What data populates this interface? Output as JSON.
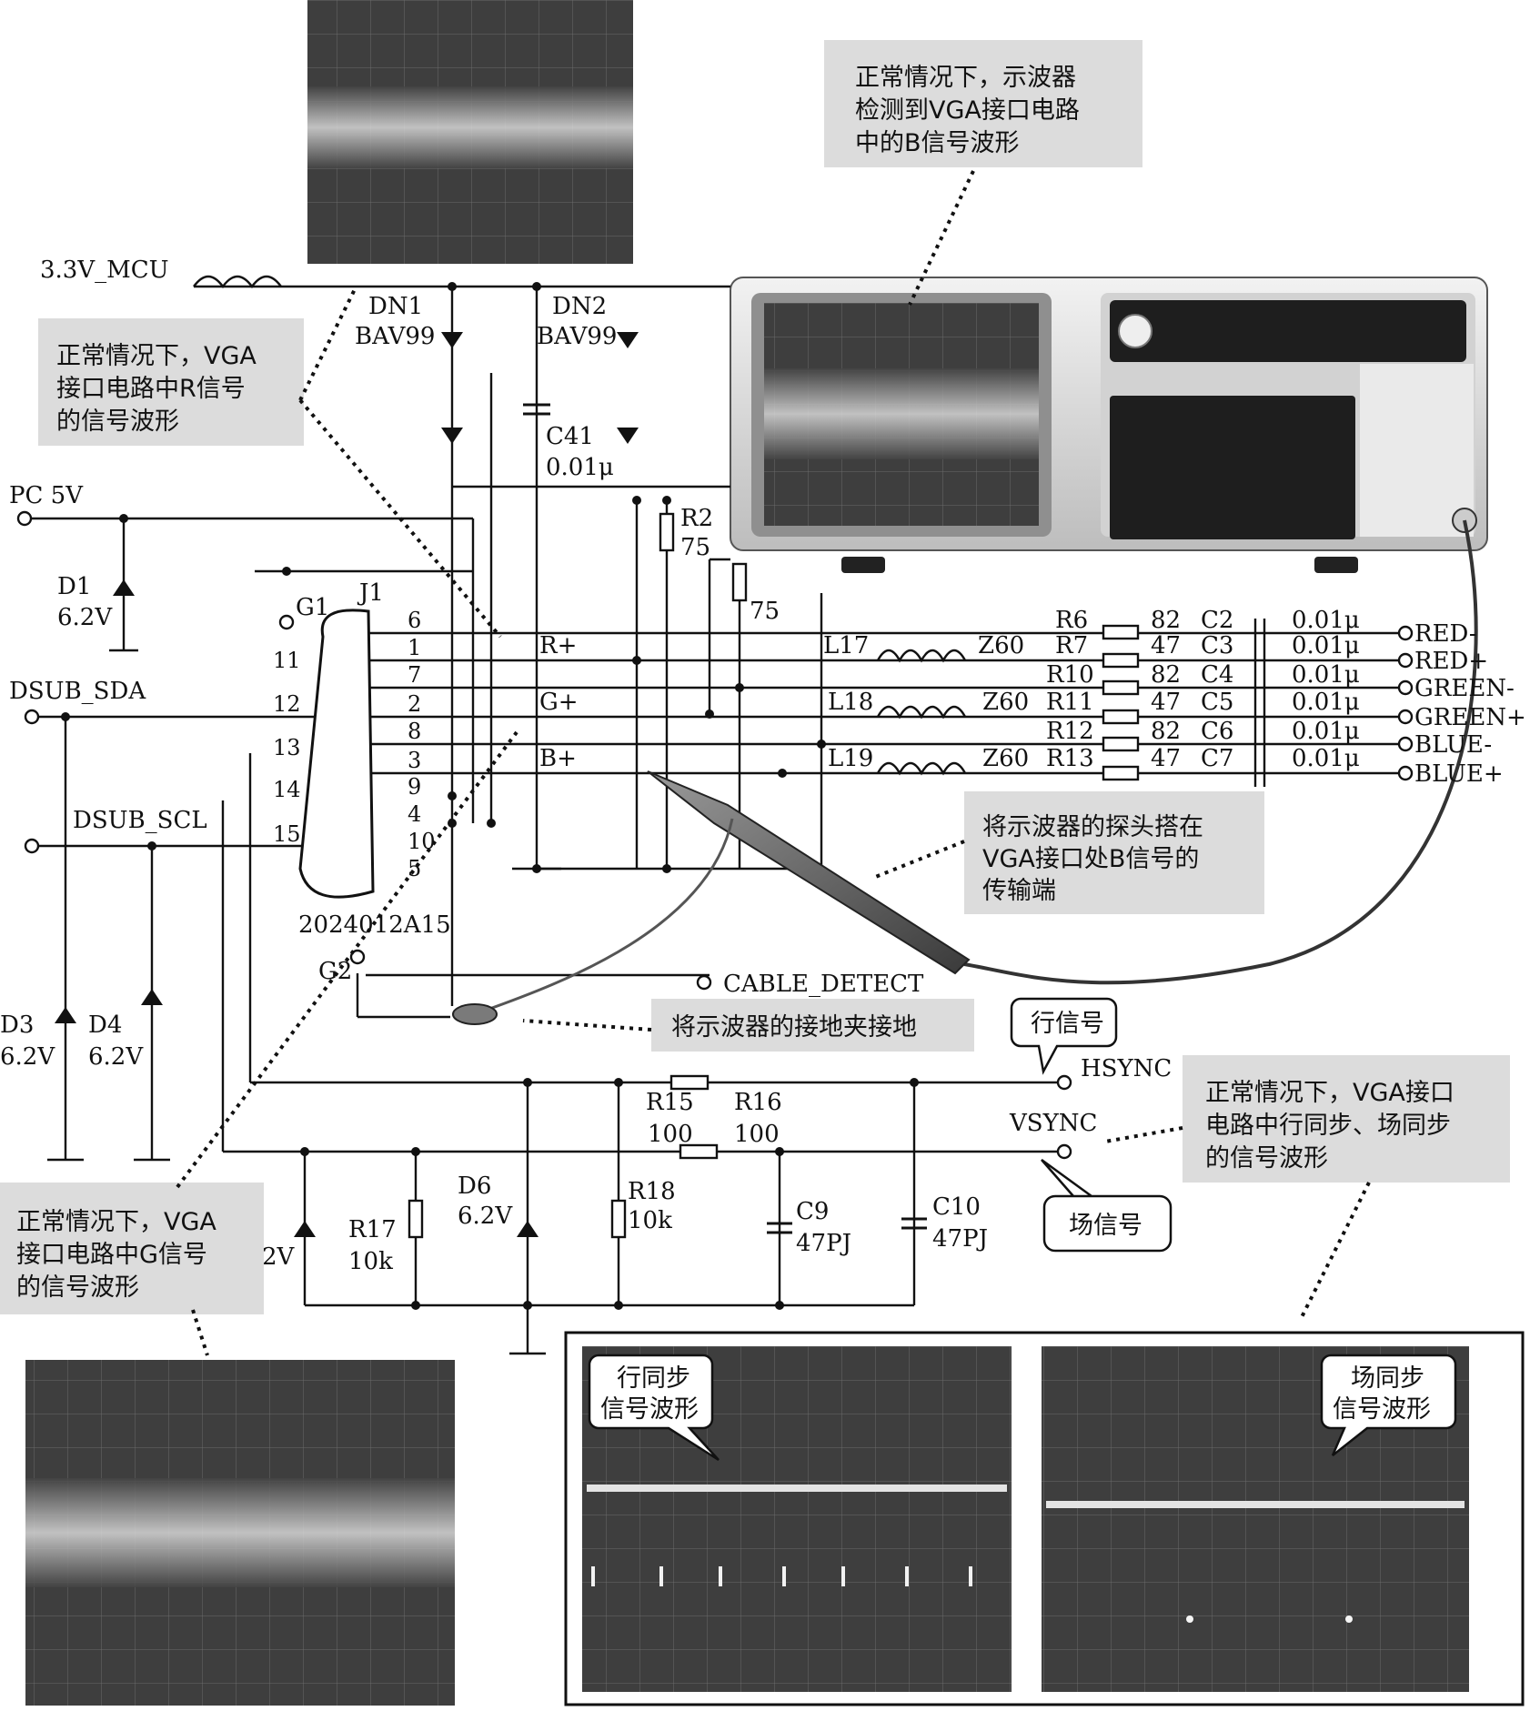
{
  "power": {
    "mcu": "3.3V_MCU",
    "pc5v": "PC 5V"
  },
  "components": {
    "dn1_name": "DN1",
    "dn1_part": "BAV99",
    "dn2_name": "DN2",
    "dn2_part": "BAV99",
    "c41_name": "C41",
    "c41_value": "0.01μ",
    "d1_name": "D1",
    "d1_value": "6.2V",
    "r2_name": "R2",
    "r2_value": "75",
    "r_hidden_value": "75",
    "d3_name": "D3",
    "d3_value": "6.2V",
    "d4_name": "D4",
    "d4_value": "6.2V",
    "d6_name": "D6",
    "d6_value": "6.2V",
    "d5_partial": "2V",
    "r15_name": "R15",
    "r15_value": "100",
    "r16_name": "R16",
    "r16_value": "100",
    "r17_name": "R17",
    "r17_value": "10k",
    "r18_name": "R18",
    "r18_value": "10k",
    "c9_name": "C9",
    "c9_value": "47PJ",
    "c10_name": "C10",
    "c10_value": "47PJ"
  },
  "connector": {
    "name": "J1",
    "part": "2024012A15",
    "g1": "G1",
    "g2": "G2",
    "pins": [
      "6",
      "1",
      "7",
      "2",
      "8",
      "3",
      "9",
      "4",
      "10",
      "5",
      "11",
      "12",
      "13",
      "14",
      "15"
    ]
  },
  "nets": {
    "dsub_sda": "DSUB_SDA",
    "dsub_scl": "DSUB_SCL",
    "r_plus": "R+",
    "g_plus": "G+",
    "b_plus": "B+",
    "cable_detect": "CABLE_DETECT",
    "hsync": "HSYNC",
    "vsync": "VSYNC"
  },
  "filters": {
    "rows": [
      {
        "r": "R6",
        "rv": "82",
        "c": "C2",
        "cv": "0.01μ",
        "out": "RED-"
      },
      {
        "r": "R7",
        "rv": "47",
        "c": "C3",
        "cv": "0.01μ",
        "out": "RED+"
      },
      {
        "r": "R10",
        "rv": "82",
        "c": "C4",
        "cv": "0.01μ",
        "out": "GREEN-"
      },
      {
        "r": "R11",
        "rv": "47",
        "c": "C5",
        "cv": "0.01μ",
        "out": "GREEN+"
      },
      {
        "r": "R12",
        "rv": "82",
        "c": "C6",
        "cv": "0.01μ",
        "out": "BLUE-"
      },
      {
        "r": "R13",
        "rv": "47",
        "c": "C7",
        "cv": "0.01μ",
        "out": "BLUE+"
      }
    ],
    "inductors": [
      {
        "l": "L17",
        "z": "Z60"
      },
      {
        "l": "L18",
        "z": "Z60"
      },
      {
        "l": "L19",
        "z": "Z60"
      }
    ]
  },
  "notes": {
    "b_wave": [
      "正常情况下，示波器",
      "检测到VGA接口电路",
      "中的B信号波形"
    ],
    "r_wave": [
      "正常情况下，VGA",
      "接口电路中R信号",
      "的信号波形"
    ],
    "g_wave": [
      "正常情况下，VGA",
      "接口电路中G信号",
      "的信号波形"
    ],
    "probe": [
      "将示波器的探头搭在",
      "VGA接口处B信号的",
      "传输端"
    ],
    "ground": "将示波器的接地夹接地",
    "sync": [
      "正常情况下，VGA接口",
      "电路中行同步、场同步",
      "的信号波形"
    ],
    "hsync_bubble": "行信号",
    "vsync_bubble": "场信号",
    "h_scope": [
      "行同步",
      "信号波形"
    ],
    "v_scope": [
      "场同步",
      "信号波形"
    ]
  },
  "colors": {
    "note_bg": "#dcdcdc",
    "scope_bg": "#3e3e3e",
    "wire": "#111111"
  }
}
